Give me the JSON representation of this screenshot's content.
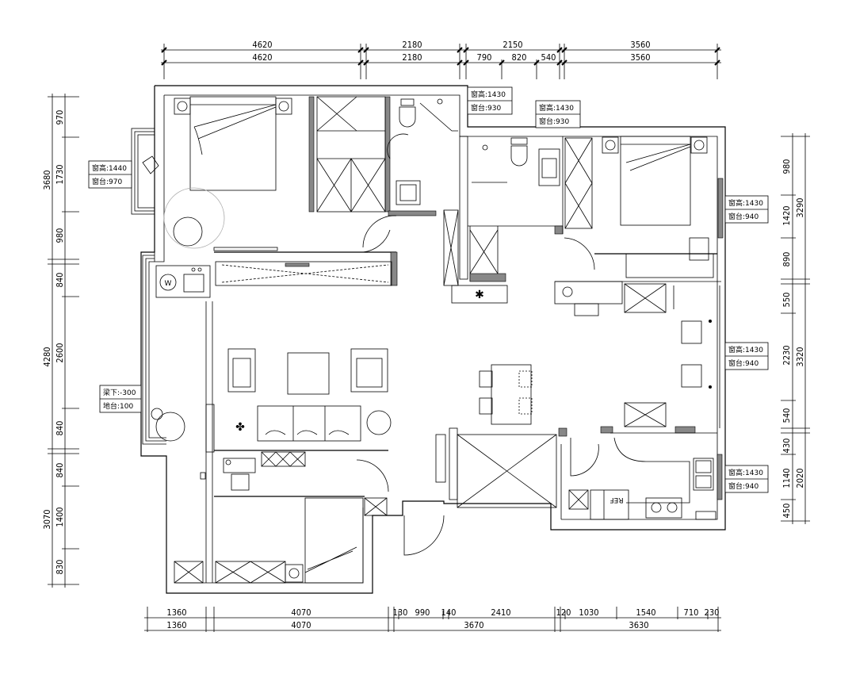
{
  "plan": {
    "dimensions": {
      "top_outer": [
        "4620",
        "2180",
        "2150",
        "3560"
      ],
      "top_inner": [
        "4620",
        "2180",
        "790",
        "820",
        "540",
        "3560"
      ],
      "bottom_inner": [
        "1360",
        "4070",
        "130",
        "990",
        "140",
        "2410",
        "120",
        "1030",
        "1540",
        "710",
        "230"
      ],
      "bottom_outer": [
        "1360",
        "4070",
        "3670",
        "3630"
      ],
      "left_outer": [
        "3680",
        "4280",
        "3070"
      ],
      "left_inner": [
        "970",
        "1730",
        "980",
        "840",
        "2600",
        "840",
        "840",
        "1400",
        "830"
      ],
      "right_inner": [
        "980",
        "1420",
        "890",
        "550",
        "2230",
        "540",
        "430",
        "1140",
        "450"
      ],
      "right_outer": [
        "3290",
        "3320",
        "2020"
      ]
    },
    "window_labels": [
      {
        "height": "窗高:1430",
        "sill": "窗台:930"
      },
      {
        "height": "窗高:1430",
        "sill": "窗台:930"
      },
      {
        "height": "窗高:1440",
        "sill": "窗台:970"
      },
      {
        "height": "窗高:1430",
        "sill": "窗台:940"
      },
      {
        "height": "窗高:1430",
        "sill": "窗台:940"
      },
      {
        "height": "窗高:1430",
        "sill": "窗台:940"
      }
    ],
    "balcony_label": {
      "beam": "梁下:-300",
      "platform": "地台:100"
    },
    "appliances": {
      "washer": "W",
      "fridge": "REF"
    }
  }
}
